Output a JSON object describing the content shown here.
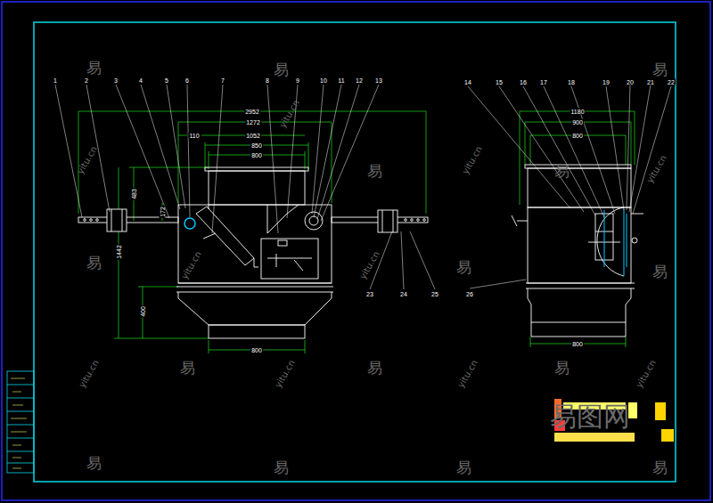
{
  "diagram": {
    "labels": [
      "1",
      "2",
      "3",
      "4",
      "5",
      "6",
      "7",
      "8",
      "9",
      "10",
      "11",
      "12",
      "13",
      "14",
      "15",
      "16",
      "17",
      "18",
      "19",
      "20",
      "21",
      "22",
      "23",
      "24",
      "25",
      "26",
      "2952",
      "1272",
      "110",
      "1052",
      "850",
      "800",
      "483",
      "172",
      "1442",
      "400",
      "800",
      "1180",
      "900",
      "800",
      "800",
      "易",
      "易",
      "易",
      "易",
      "易",
      "易",
      "易",
      "易",
      "易",
      "易",
      "易",
      "易",
      "易",
      "易",
      "易",
      "yitu.cn",
      "yitu.cn",
      "yitu.cn",
      "yitu.cn",
      "yitu.cn",
      "yitu.cn",
      "yitu.cn",
      "yitu.cn",
      "yitu.cn",
      "yitu.cn",
      "易图网"
    ]
  }
}
